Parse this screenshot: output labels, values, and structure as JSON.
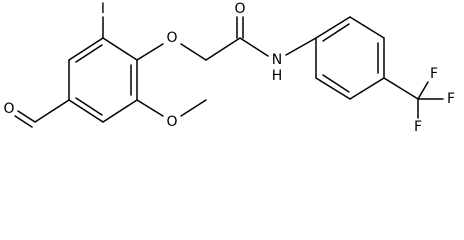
{
  "molecule": {
    "atoms": {
      "aldehyde_o": "O",
      "iodine": "I",
      "ether_o": "O",
      "carbonyl_o": "O",
      "amide_n": "N",
      "amide_h": "H",
      "methoxy_o": "O",
      "fluorine_1": "F",
      "fluorine_2": "F",
      "fluorine_3": "F"
    }
  }
}
